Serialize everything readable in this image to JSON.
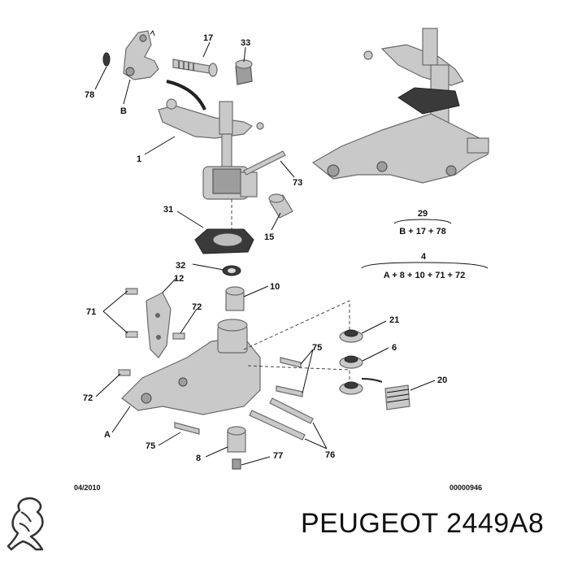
{
  "callouts": {
    "c17": "17",
    "c33": "33",
    "c78": "78",
    "cB": "B",
    "c1": "1",
    "c73": "73",
    "c31": "31",
    "c15": "15",
    "c32": "32",
    "c10": "10",
    "c12": "12",
    "c71": "71",
    "c72a": "72",
    "c72b": "72",
    "c75a": "75",
    "c75b": "75",
    "c21": "21",
    "c6": "6",
    "c20": "20",
    "cA": "A",
    "c8": "8",
    "c77": "77",
    "c76": "76"
  },
  "assemblies": {
    "kit29": {
      "number": "29",
      "contents": "B + 17 + 78"
    },
    "kit4": {
      "number": "4",
      "contents": "A + 8 + 10 + 71 + 72"
    }
  },
  "footer": {
    "date": "04/2010",
    "drawing_number": "00000946",
    "brand_text": "PEUGEOT 2449A8",
    "logo": "peugeot-lion-icon"
  }
}
